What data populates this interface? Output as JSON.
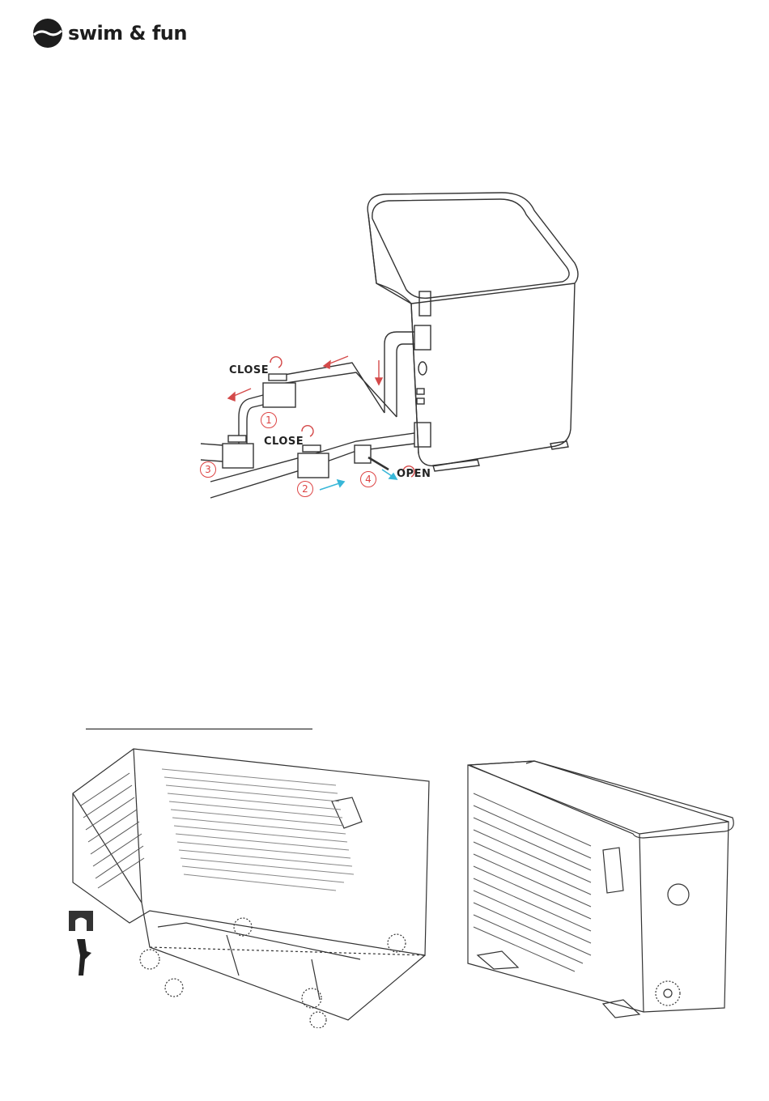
{
  "brand": {
    "name": "swim & fun"
  },
  "diagram": {
    "labels": {
      "close_1": "CLOSE",
      "close_2": "CLOSE",
      "open": "OPEN"
    },
    "valves": [
      "1",
      "2",
      "3",
      "4"
    ]
  },
  "colors": {
    "arrow_red": "#d44a4a",
    "arrow_cyan": "#38b7d8",
    "line": "#333333"
  }
}
